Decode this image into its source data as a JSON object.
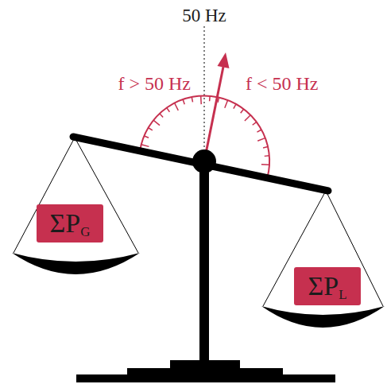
{
  "diagram": {
    "nodes": [
      {
        "text": [
          "ΣP",
          "G"
        ]
      },
      {
        "text": [
          "ΣP",
          "L"
        ]
      }
    ],
    "labels": [
      "50 Hz",
      "f > 50 Hz",
      "f < 50 Hz"
    ]
  }
}
